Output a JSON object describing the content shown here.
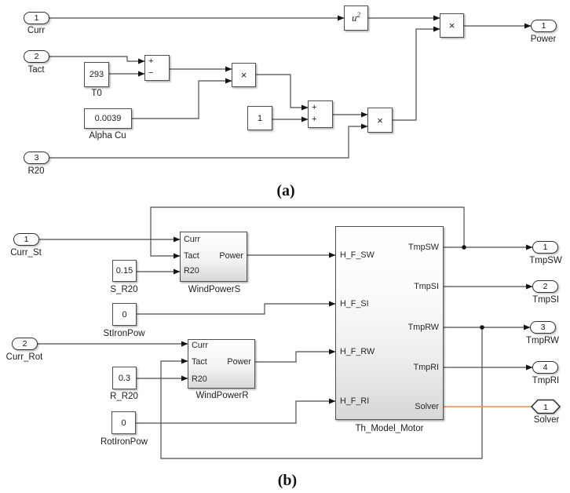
{
  "caption_a": "(a)",
  "caption_b": "(b)",
  "colors": {
    "wire": "#4d4d4d",
    "solver_wire": "#ED8A4C",
    "block_border": "#4f4f4f",
    "text": "#1c1c1c",
    "background": "#ffffff"
  },
  "a": {
    "inports": [
      {
        "num": "1",
        "label": "Curr"
      },
      {
        "num": "2",
        "label": "Tact"
      },
      {
        "num": "3",
        "label": "R20"
      }
    ],
    "t0": {
      "value": "293",
      "label": "T0"
    },
    "alpha": {
      "value": "0.0039",
      "label": "Alpha Cu"
    },
    "one": {
      "value": "1"
    },
    "sum1": {
      "top": "+",
      "bottom": "−"
    },
    "sum2": {
      "top": "+",
      "bottom": "+"
    },
    "square": {
      "base": "u",
      "exp": "2"
    },
    "times": "×",
    "outport": {
      "num": "1",
      "label": "Power"
    }
  },
  "b": {
    "inports": [
      {
        "num": "1",
        "label": "Curr_St"
      },
      {
        "num": "2",
        "label": "Curr_Rot"
      }
    ],
    "constants": [
      {
        "value": "0.15",
        "label": "S_R20"
      },
      {
        "value": "0",
        "label": "StIronPow"
      },
      {
        "value": "0.3",
        "label": "R_R20"
      },
      {
        "value": "0",
        "label": "RotIronPow"
      }
    ],
    "wps": {
      "label": "WindPowerS",
      "in": [
        "Curr",
        "Tact",
        "R20"
      ],
      "out": [
        "Power"
      ]
    },
    "wpr": {
      "label": "WindPowerR",
      "in": [
        "Curr",
        "Tact",
        "R20"
      ],
      "out": [
        "Power"
      ]
    },
    "motor": {
      "label": "Th_Model_Motor",
      "in": [
        "H_F_SW",
        "H_F_SI",
        "H_F_RW",
        "H_F_RI"
      ],
      "out": [
        "TmpSW",
        "TmpSI",
        "TmpRW",
        "TmpRI",
        "Solver"
      ]
    },
    "outports": [
      {
        "num": "1",
        "label": "TmpSW"
      },
      {
        "num": "2",
        "label": "TmpSI"
      },
      {
        "num": "3",
        "label": "TmpRW"
      },
      {
        "num": "4",
        "label": "TmpRI"
      }
    ],
    "solver_port": {
      "num": "1",
      "label": "Solver"
    }
  }
}
